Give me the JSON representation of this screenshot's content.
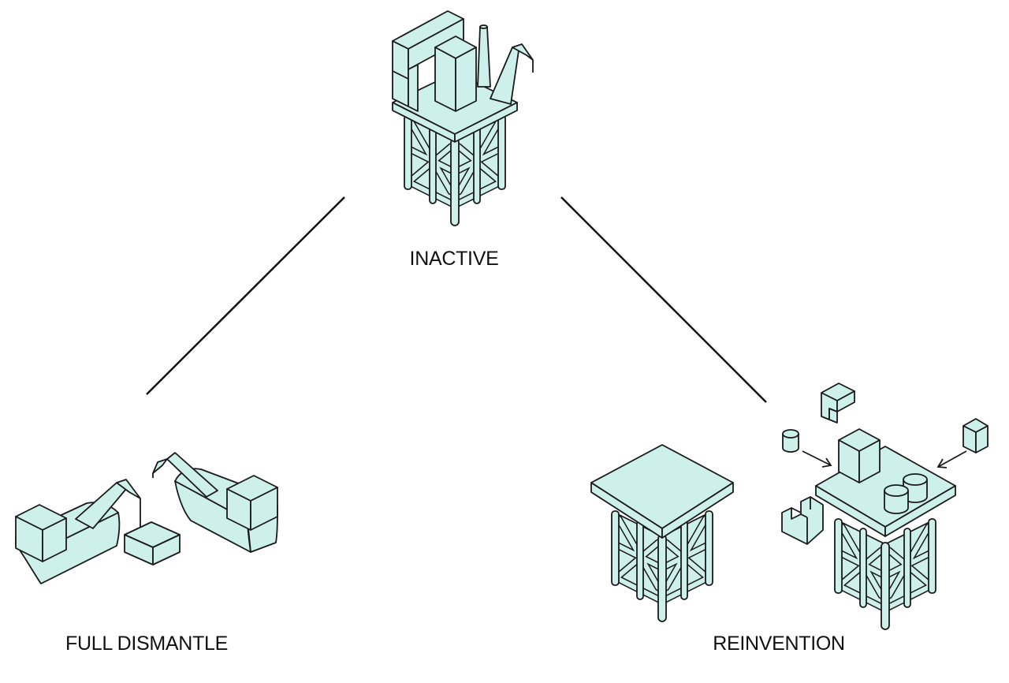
{
  "labels": {
    "inactive": "INACTIVE",
    "full_dismantle": "FULL DISMANTLE",
    "reinvention": "REINVENTION"
  },
  "icons": {
    "inactive": "oil-platform-icon",
    "full_dismantle": "crane-vessels-icon",
    "reinvention_base": "platform-jacket-icon",
    "reinvention_modules": "platform-with-modules-icon"
  },
  "colors": {
    "fill": "#cdf0ea",
    "stroke": "#1a1a1a",
    "text": "#111111"
  }
}
